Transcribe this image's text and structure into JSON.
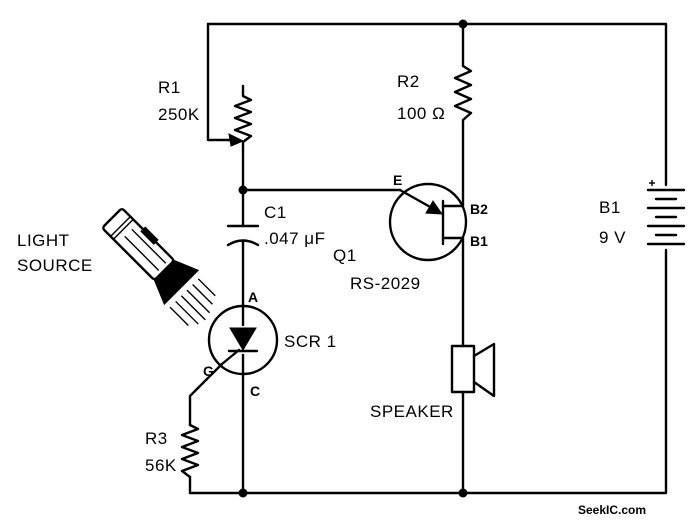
{
  "components": {
    "r1": {
      "ref": "R1",
      "value": "250K"
    },
    "r2": {
      "ref": "R2",
      "value": "100 Ω"
    },
    "r3": {
      "ref": "R3",
      "value": "56K"
    },
    "c1": {
      "ref": "C1",
      "value": ".047 μF"
    },
    "q1": {
      "ref": "Q1",
      "value": "RS-2029",
      "pins": {
        "emitter": "E",
        "base2": "B2",
        "base1": "B1"
      }
    },
    "scr1": {
      "ref": "SCR 1",
      "pins": {
        "anode": "A",
        "gate": "G",
        "cathode": "C"
      }
    },
    "b1": {
      "ref": "B1",
      "value": "9 V"
    },
    "speaker": {
      "label": "SPEAKER"
    },
    "light_source": {
      "label_line1": "LIGHT",
      "label_line2": "SOURCE"
    }
  },
  "watermark": "SeekIC.com"
}
